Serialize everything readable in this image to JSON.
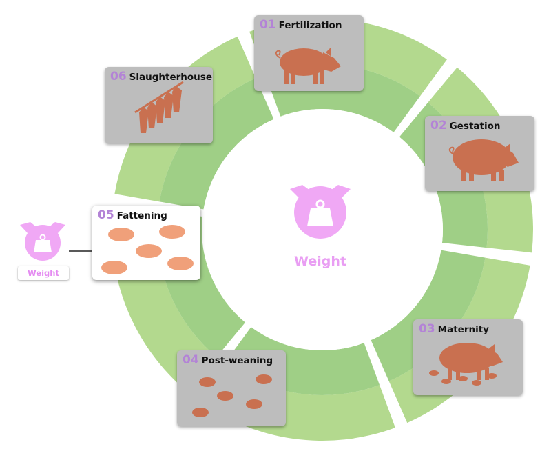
{
  "center": {
    "label": "Weight",
    "icon": "weight-pig-icon"
  },
  "side_badge": {
    "label": "Weight",
    "icon": "weight-pig-icon"
  },
  "stages": [
    {
      "number": "01",
      "label": "Fertilization"
    },
    {
      "number": "02",
      "label": "Gestation"
    },
    {
      "number": "03",
      "label": "Maternity"
    },
    {
      "number": "04",
      "label": "Post-weaning"
    },
    {
      "number": "05",
      "label": "Fattening"
    },
    {
      "number": "06",
      "label": "Slaughterhouse"
    }
  ],
  "colors": {
    "ring_outer": "#b3d98e",
    "ring_inner": "#9fcf86",
    "pig": "#c97050",
    "card_grey": "#bdbdbd",
    "accent_pink": "#f0a8f5",
    "number_purple": "#b383d6"
  }
}
